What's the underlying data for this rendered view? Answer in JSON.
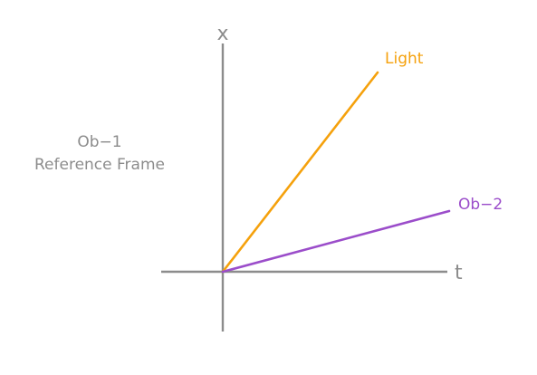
{
  "axes": {
    "vertical_label": "x",
    "horizontal_label": "t"
  },
  "frame_label": {
    "line1": "Ob−1",
    "line2": "Reference Frame"
  },
  "lines": {
    "light": {
      "label": "Light",
      "color": "#f5a10c"
    },
    "ob2": {
      "label": "Ob−2",
      "color": "#9b4dca"
    }
  },
  "colors": {
    "axis": "#8c8c8c",
    "frame_text": "#8c8c8c"
  }
}
